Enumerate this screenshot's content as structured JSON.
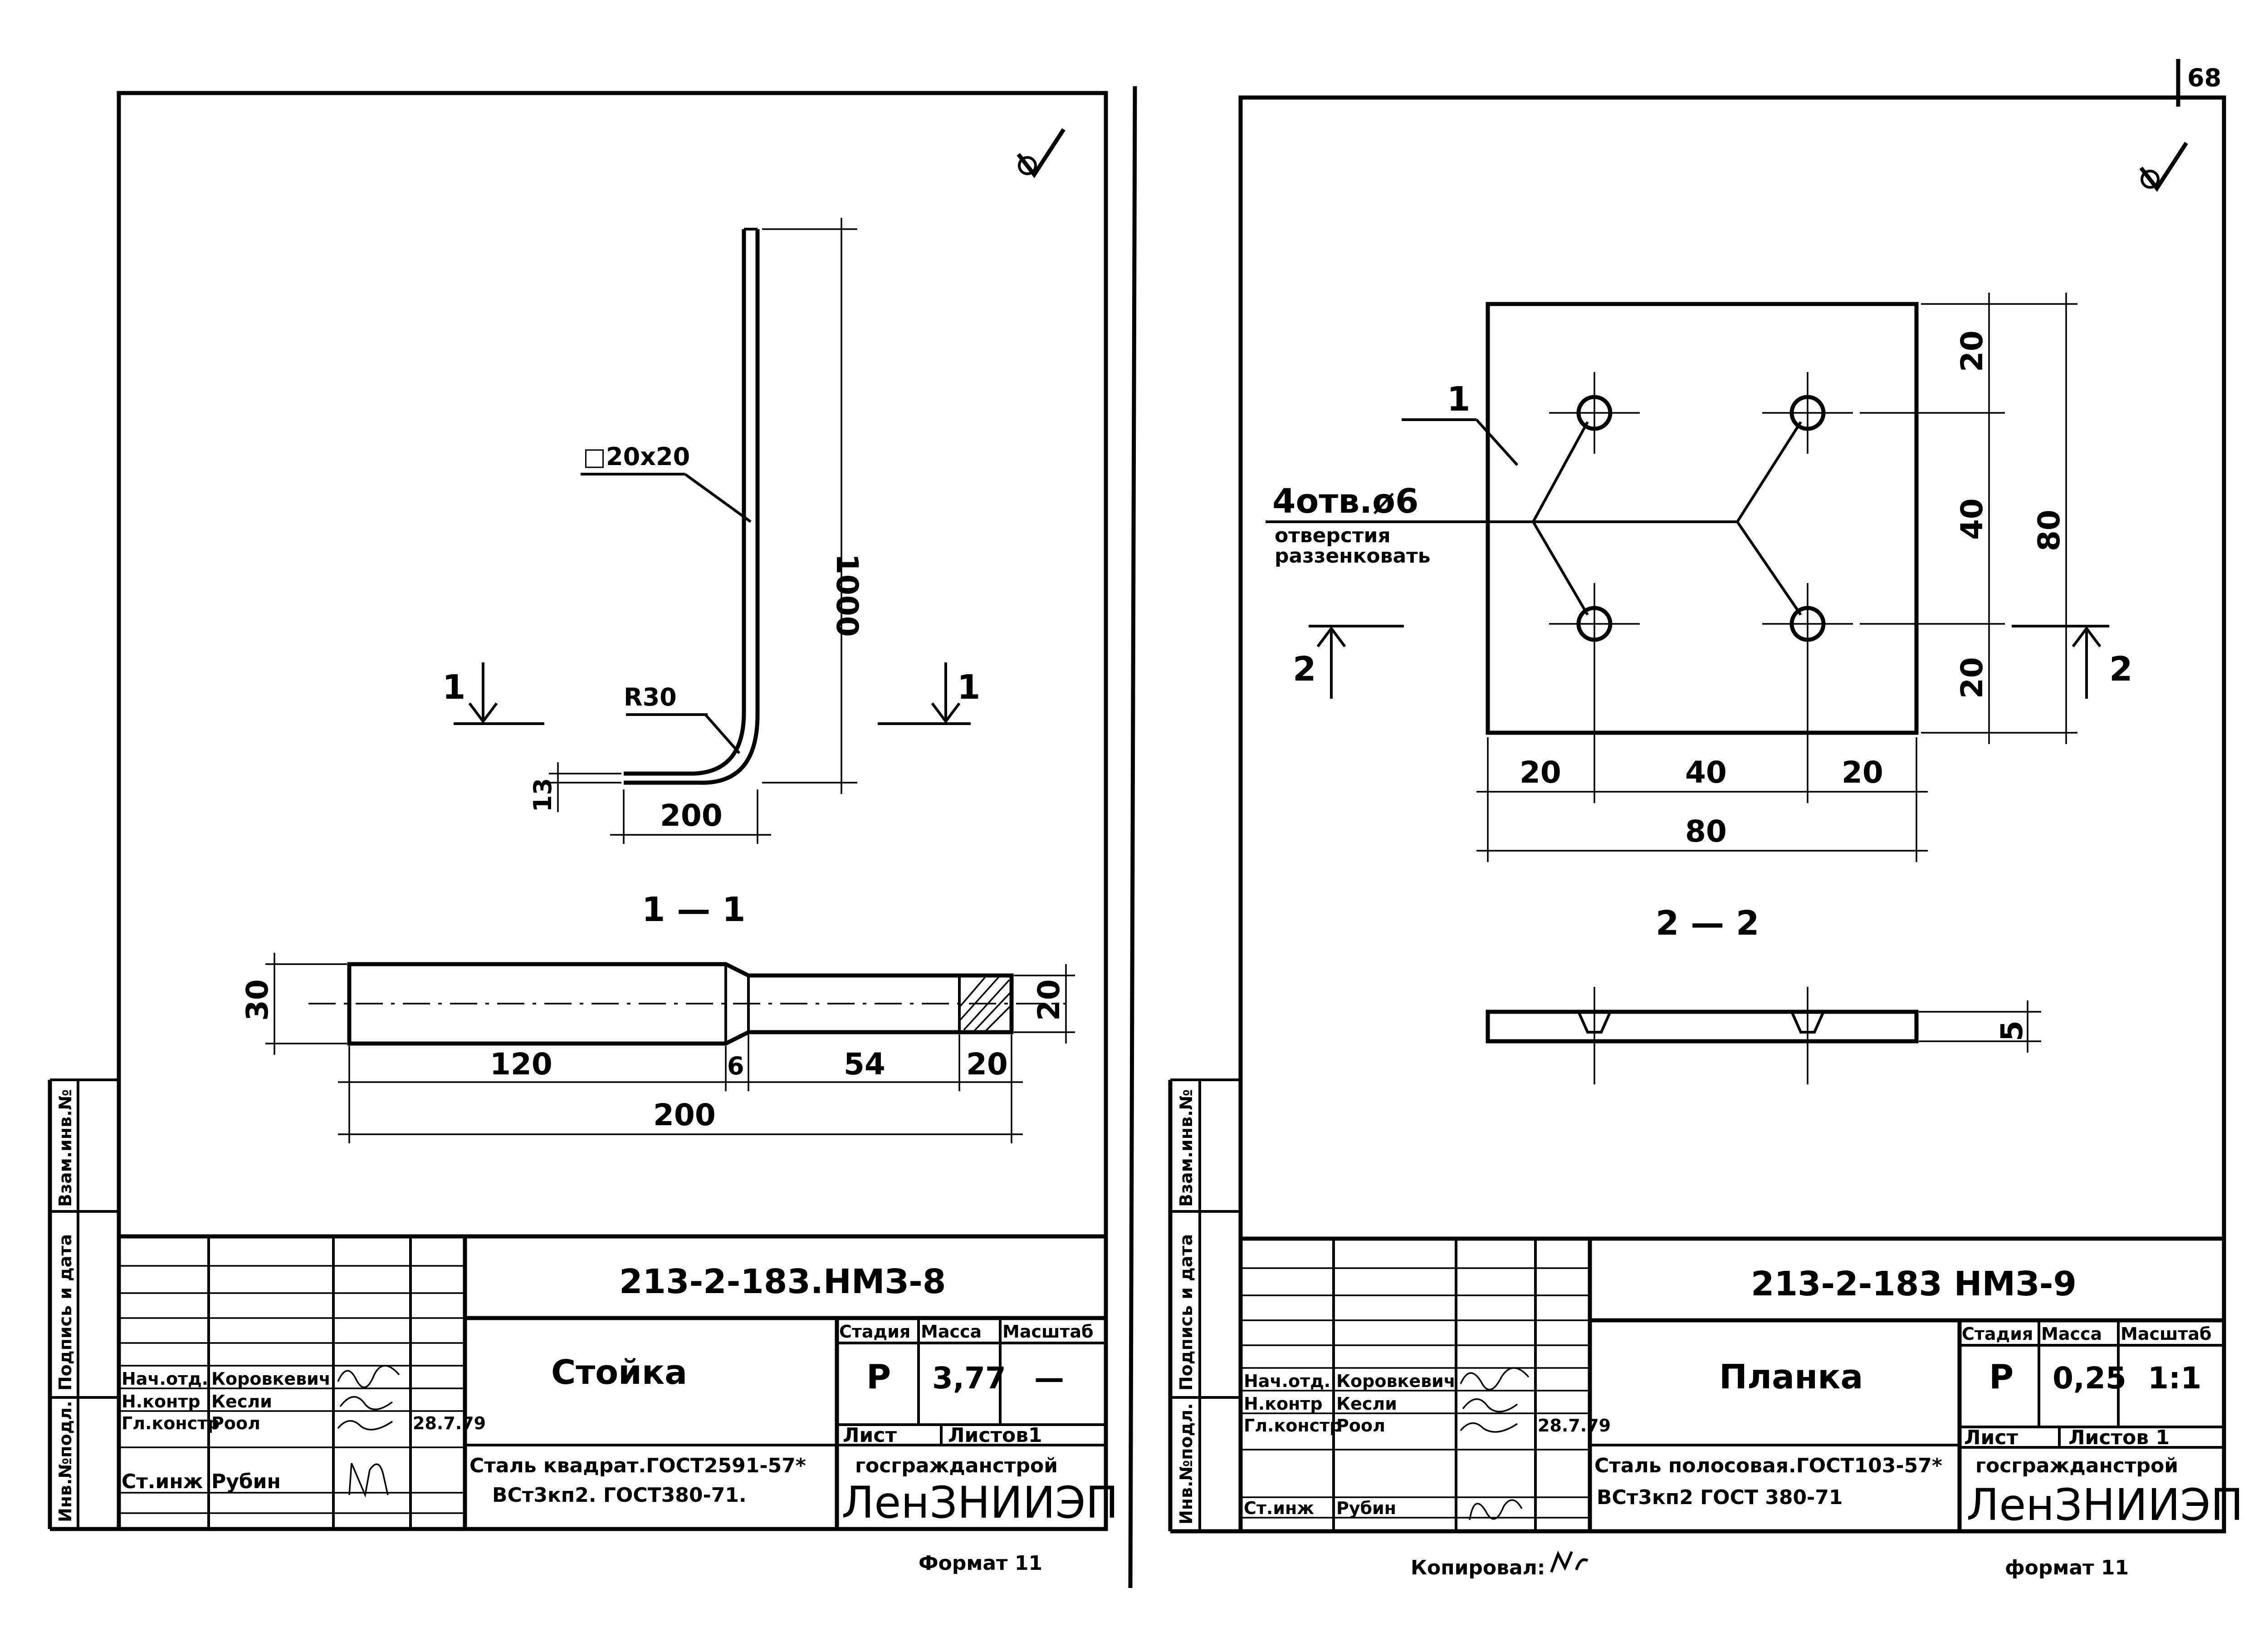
{
  "page_number": "68",
  "copied_by": "Копировал:",
  "sheets": [
    {
      "drawing_number": "213-2-183.НМЗ-8",
      "part_name": "Стойка",
      "material_line1": "Сталь квадрат.ГОСТ2591-57*",
      "material_line2": "ВСт3кп2. ГОСТ380-71.",
      "stage_header": "Стадия",
      "mass_header": "Масса",
      "scale_header": "Масштаб",
      "stage": "Р",
      "mass": "3,77",
      "scale": "—",
      "sheet_label": "Лист",
      "sheets_label": "Листов1",
      "org1": "госгражданстрой",
      "org2": "ЛенЗНИИЭП",
      "format": "Формат 11",
      "staff": [
        {
          "role": "Нач.отд.",
          "name": "Коровкевич"
        },
        {
          "role": "Н.контр",
          "name": "Кесли"
        },
        {
          "role": "Гл.констр",
          "name": "Роол"
        },
        {
          "role": "Ст.инж",
          "name": "Рубин"
        }
      ],
      "sign_date": "28.7.79",
      "side_labels": [
        "Инв.№подл.",
        "Подпись и дата",
        "Взам.инв.№"
      ],
      "dims": {
        "profile": "□20х20",
        "height": "1000",
        "radius": "R30",
        "foot": "200",
        "thickness": "13",
        "section_mark": "1",
        "view_label": "1 — 1",
        "bar_height": "30",
        "tip_height": "20",
        "seg1": "120",
        "seg2": "6",
        "seg3": "54",
        "seg4": "20",
        "total": "200"
      }
    },
    {
      "drawing_number": "213-2-183 НМЗ-9",
      "part_name": "Планка",
      "material_line1": "Сталь полосовая.ГОСТ103-57*",
      "material_line2": "ВСт3кп2 ГОСТ 380-71",
      "stage_header": "Стадия",
      "mass_header": "Масса",
      "scale_header": "Масштаб",
      "stage": "Р",
      "mass": "0,25",
      "scale": "1:1",
      "sheet_label": "Лист",
      "sheets_label": "Листов 1",
      "org1": "госгражданстрой",
      "org2": "ЛенЗНИИЭП",
      "format": "формат 11",
      "staff": [
        {
          "role": "Нач.отд.",
          "name": "Коровкевич"
        },
        {
          "role": "Н.контр",
          "name": "Кесли"
        },
        {
          "role": "Гл.констр",
          "name": "Роол"
        },
        {
          "role": "Ст.инж",
          "name": "Рубин"
        }
      ],
      "sign_date": "28.7.79",
      "side_labels": [
        "Инв.№подл.",
        "Подпись и дата",
        "Взам.инв.№"
      ],
      "dims": {
        "leader_num": "1",
        "holes_line1": "4отв.ø6",
        "holes_line2": "отверстия",
        "holes_line3": "раззенковать",
        "edge_top": "20",
        "mid_vert": "40",
        "edge_bot": "20",
        "total_vert": "80",
        "edge_left": "20",
        "mid_horiz": "40",
        "edge_right": "20",
        "total_horiz": "80",
        "section_mark": "2",
        "view_label": "2 — 2",
        "thickness": "5"
      }
    }
  ]
}
